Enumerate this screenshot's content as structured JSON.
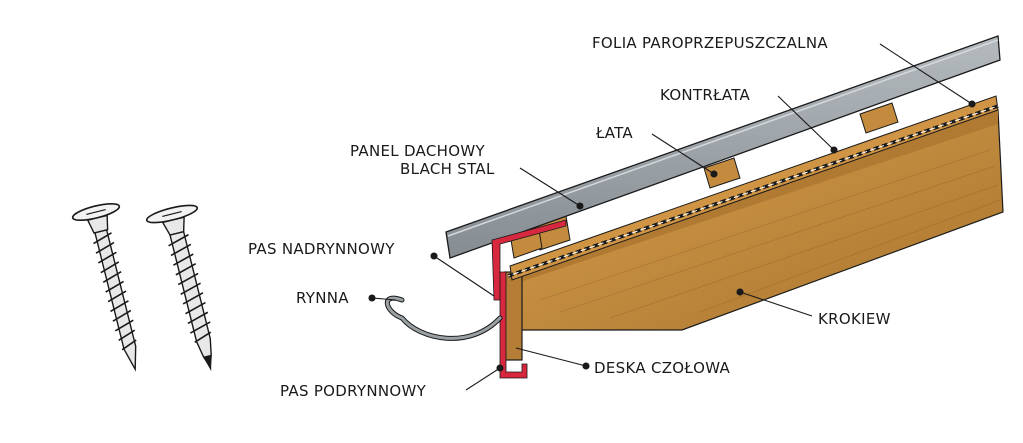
{
  "labels": {
    "folia": "FOLIA PAROPRZEPUSZCZALNA",
    "kontrlata": "KONTRŁATA",
    "lata": "ŁATA",
    "panel_line1": "PANEL DACHOWY",
    "panel_line2": "BLACH STAL",
    "pas_nadrynnowy": "PAS NADRYNNOWY",
    "rynna": "RYNNA",
    "krokiew": "KROKIEW",
    "deska_czolowa": "DESKA CZOŁOWA",
    "pas_podrynnowy": "PAS PODRYNNOWY"
  },
  "colors": {
    "panel": "#9aa0a4",
    "wood": "#c08a3e",
    "flashing": "#d8283f",
    "gutter": "#8f969a",
    "outline": "#1a1a1a"
  },
  "icons": [
    "screw-icon",
    "screw-icon"
  ]
}
